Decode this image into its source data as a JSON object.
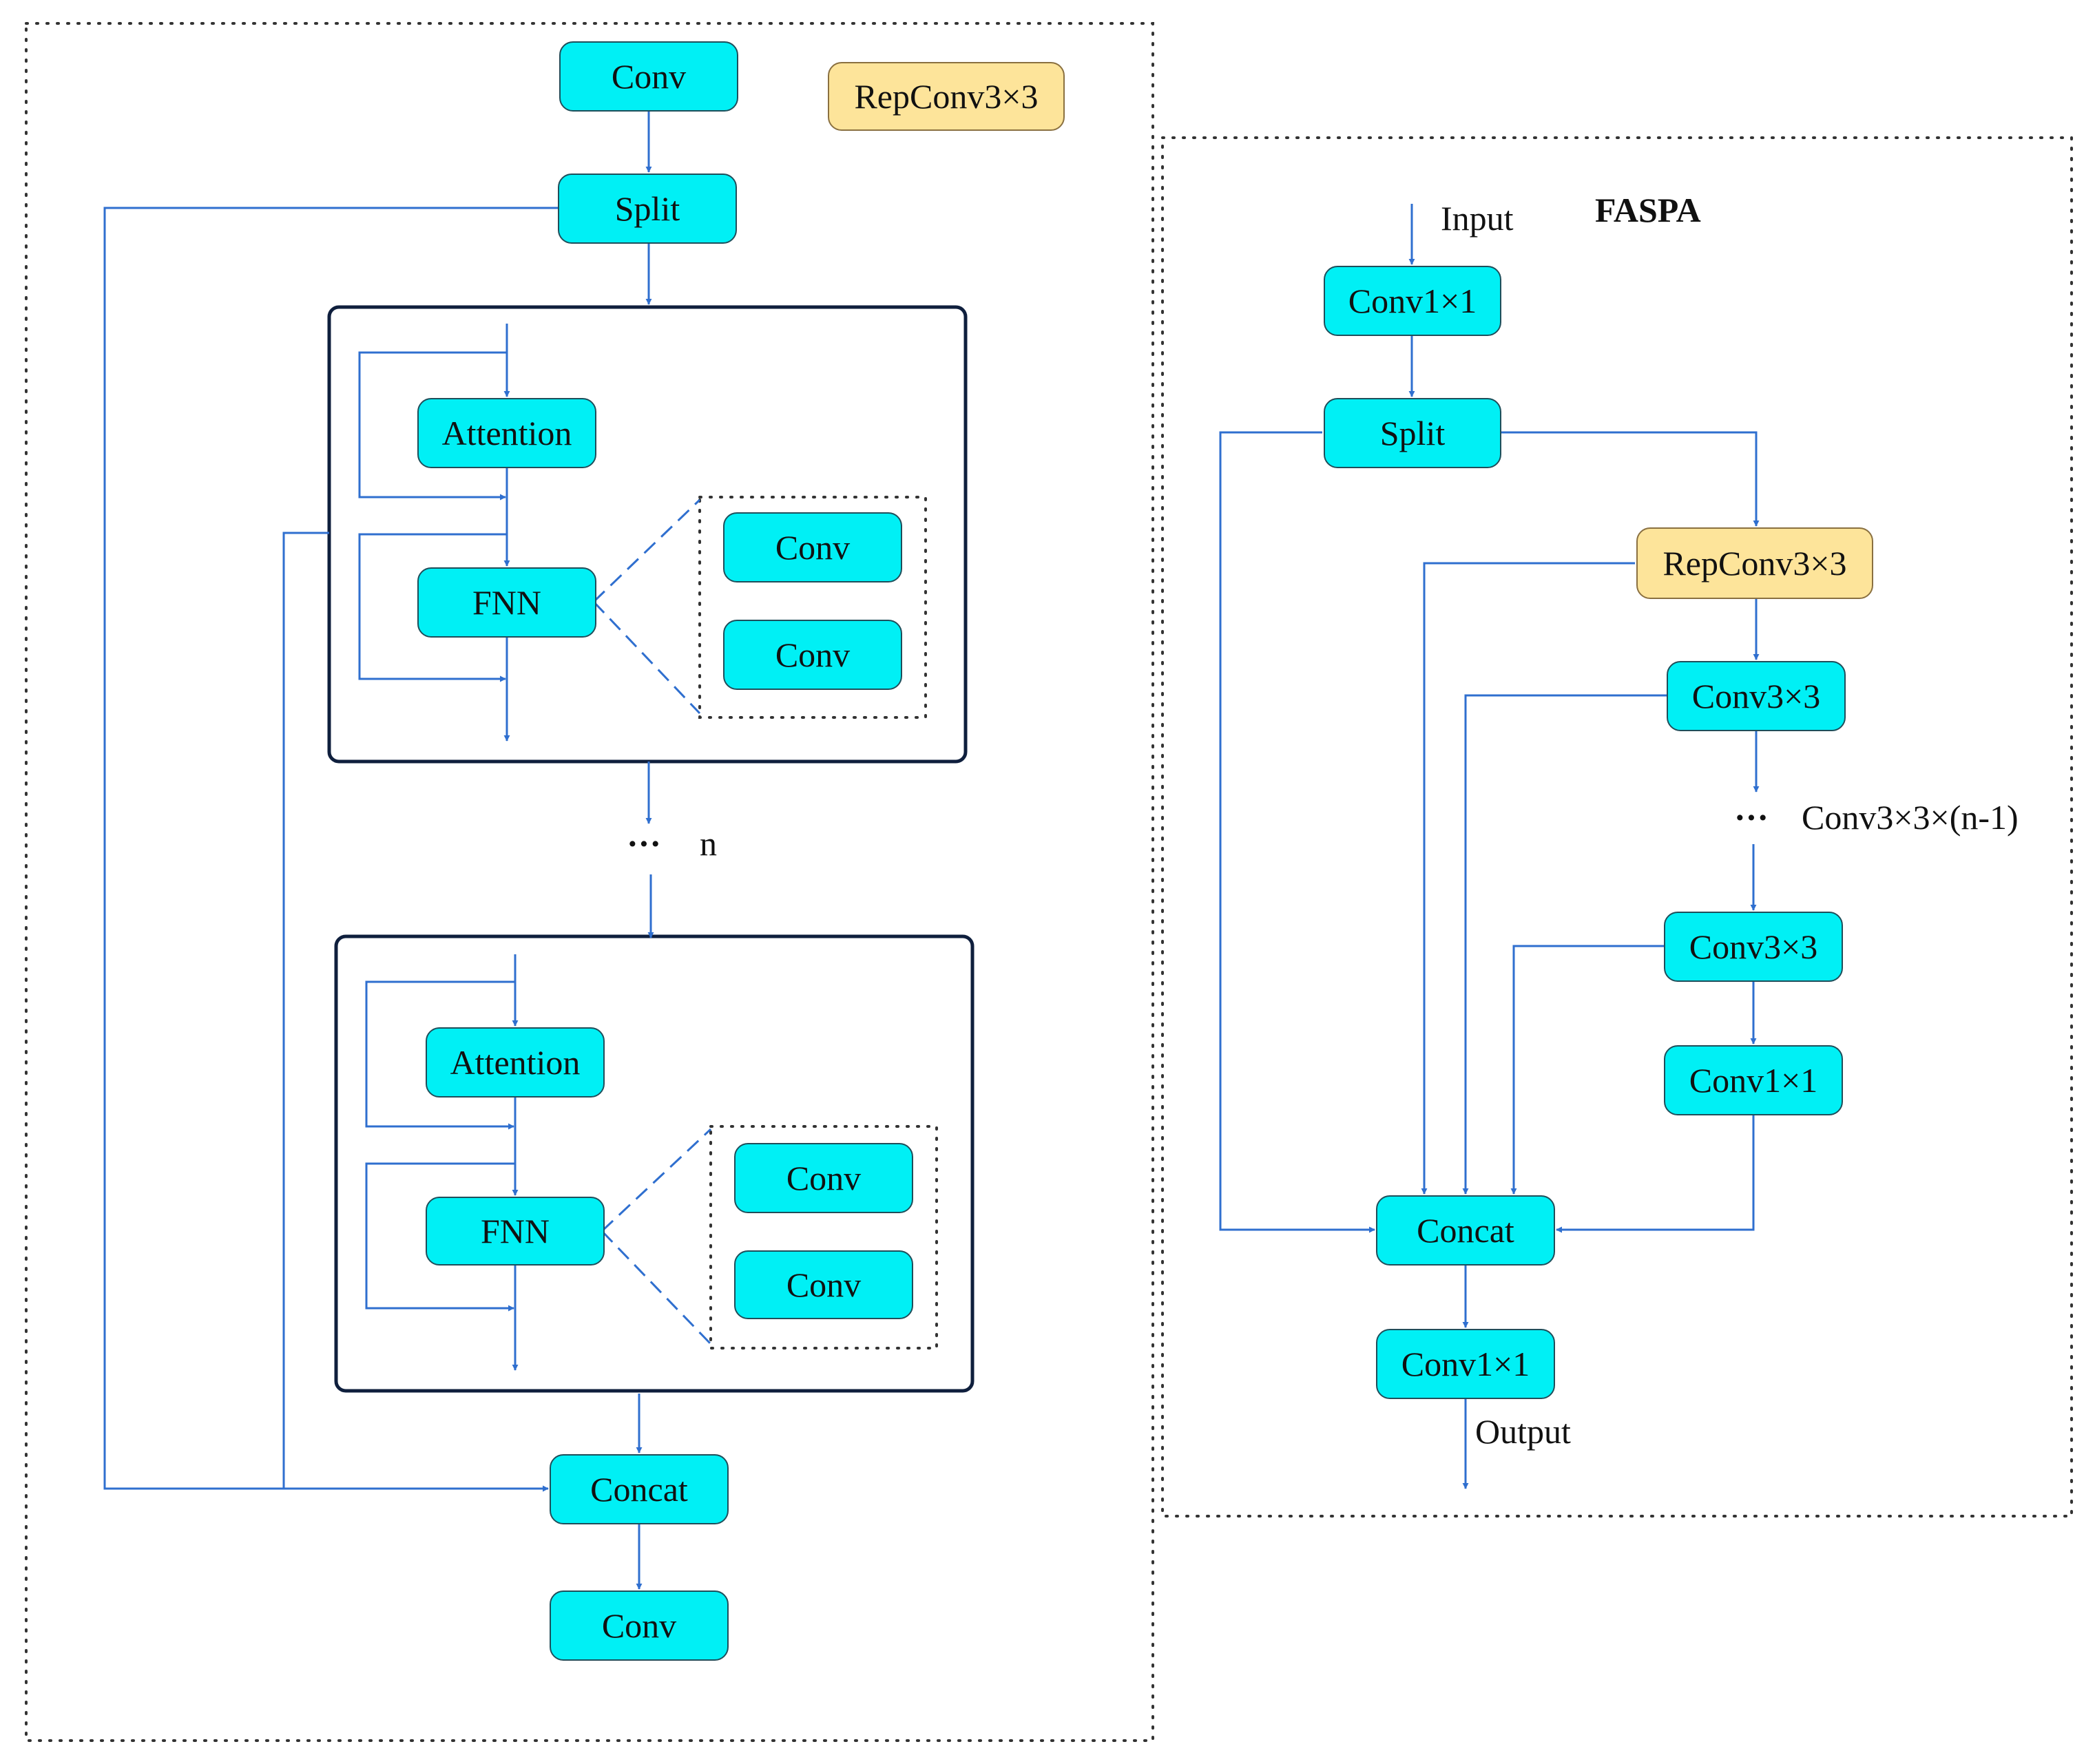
{
  "colors": {
    "box_fill": "#00f0f5",
    "rep_fill": "#fde49a",
    "line": "#2f6fcf",
    "frame": "#0f1f3d"
  },
  "left": {
    "conv_top": "Conv",
    "rep_legend": "RepConv3×3",
    "split": "Split",
    "block1": {
      "attention": "Attention",
      "fnn": "FNN",
      "conv_a": "Conv",
      "conv_b": "Conv"
    },
    "ellipsis": "···",
    "n_label": "n",
    "block2": {
      "attention": "Attention",
      "fnn": "FNN",
      "conv_a": "Conv",
      "conv_b": "Conv"
    },
    "concat": "Concat",
    "conv_bottom": "Conv"
  },
  "right": {
    "input_label": "Input",
    "title": "FASPA",
    "conv1x1_top": "Conv1×1",
    "split": "Split",
    "repconv": "RepConv3×3",
    "conv3x3_a": "Conv3×3",
    "ellipsis": "···",
    "repeat_label": "Conv3×3×(n-1)",
    "conv3x3_b": "Conv3×3",
    "conv1x1_mid": "Conv1×1",
    "concat": "Concat",
    "conv1x1_bottom": "Conv1×1",
    "output_label": "Output"
  }
}
